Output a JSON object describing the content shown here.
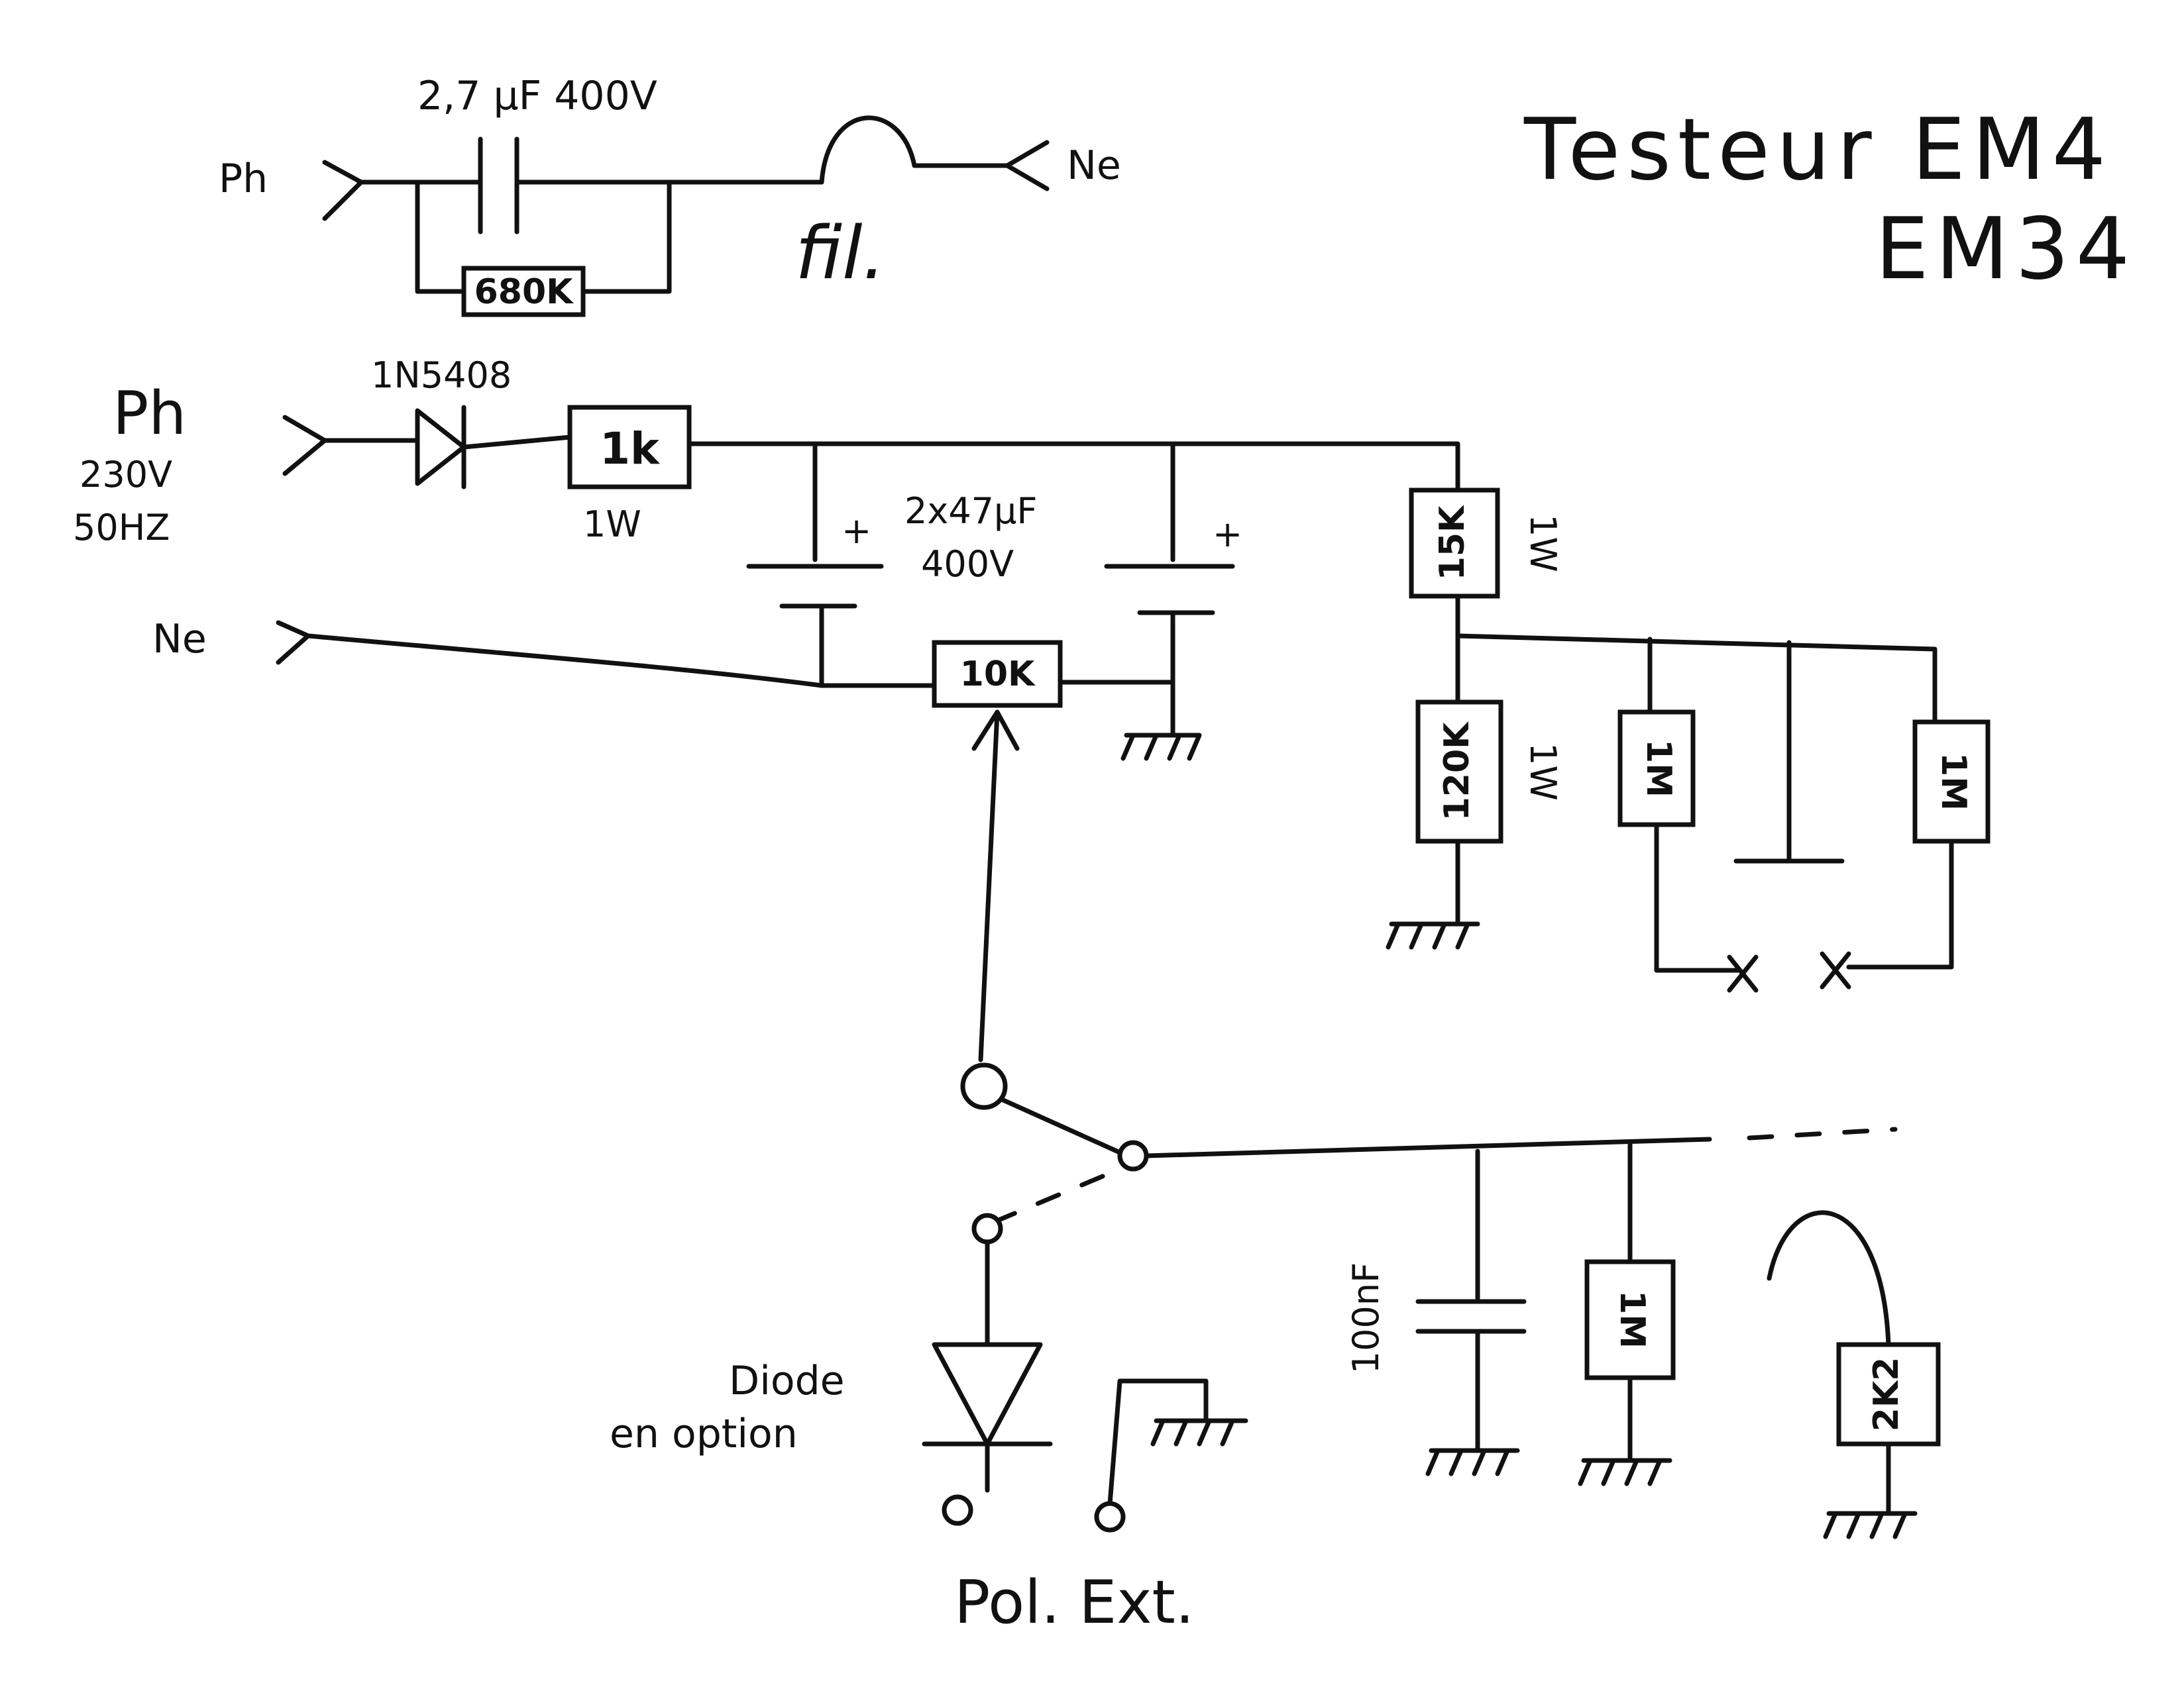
{
  "title": {
    "line1": "Testeur EM4",
    "line2": "EM34"
  },
  "top_circuit": {
    "phase": "Ph",
    "neutral": "Ne",
    "capacitor": "2,7 µF 400V",
    "resistor": "680K",
    "fuse": "fil."
  },
  "supply": {
    "phase": "Ph",
    "voltage": "230V",
    "frequency": "50HZ",
    "neutral": "Ne",
    "diode": "1N5408",
    "resistor": "1k",
    "resistor_power": "1W",
    "caps_value": "2x47µF",
    "caps_voltage": "400V",
    "plus": "+",
    "pot": "10K"
  },
  "divider": {
    "r_top": "15K",
    "r_top_power": "1W",
    "r_bottom": "120K",
    "r_bottom_power": "1W",
    "r_left": "1M",
    "r_right": "1M"
  },
  "output": {
    "cap": "100nF",
    "r_load": "1M",
    "r_grid": "2K2",
    "diode_label_line1": "Diode",
    "diode_label_line2": "en option",
    "ext_label": "Pol. Ext."
  }
}
